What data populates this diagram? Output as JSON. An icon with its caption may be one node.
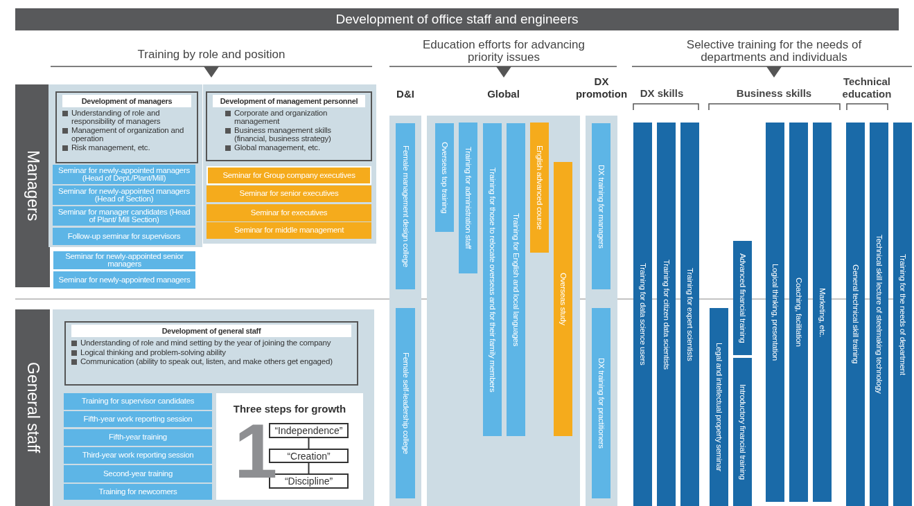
{
  "diagram": {
    "title": "Development of office staff and engineers",
    "nodes": [
      {
        "text": [
          "Managers"
        ]
      },
      {
        "text": [],
        "shape": "box"
      },
      {
        "text": [
          "Development of managers",
          "Understanding of role and responsibility of managers",
          "Management of organization and operation",
          "Risk management, etc."
        ],
        "in": 1
      },
      {
        "text": [
          "Seminar for newly-appointed managers (Head of Dept./Plant/Mill)"
        ],
        "in": 1
      },
      {
        "text": [
          "Seminar for newly-appointed managers (Head of Section)"
        ],
        "in": 1
      },
      {
        "text": [
          "Seminar for manager candidates (Head of Plant/ Mill Section)"
        ],
        "in": 1
      },
      {
        "text": [
          "Follow-up seminar for supervisors"
        ],
        "in": 1
      },
      {
        "text": [],
        "shape": "box"
      },
      {
        "text": [
          "Development of management personnel",
          "Corporate and organization management",
          "Business management skills (financial, business strategy)",
          "Global management, etc."
        ],
        "in": 7
      },
      {
        "text": [
          "Seminar for Group company executives"
        ],
        "in": 7
      },
      {
        "text": [
          "Seminar for senior executives"
        ],
        "in": 7
      },
      {
        "text": [
          "Seminar for executives"
        ],
        "in": 7
      },
      {
        "text": [
          "Seminar for middle management"
        ],
        "in": 7
      },
      {
        "text": [
          "Seminar for newly-appointed senior managers"
        ]
      },
      {
        "text": [
          "Seminar for newly-appointed managers"
        ]
      },
      {
        "text": [
          "General staff"
        ]
      },
      {
        "text": [],
        "shape": "box"
      },
      {
        "text": [
          "Development of general staff",
          "Understanding of role and mind setting by the year of joining the company",
          "Logical thinking and problem-solving ability",
          "Communication (ability to speak out, listen, and make others get engaged)"
        ],
        "in": 16
      },
      {
        "text": [
          "Training for supervisor candidates"
        ],
        "in": 16
      },
      {
        "text": [
          "Fifth-year work reporting session"
        ],
        "in": 16
      },
      {
        "text": [
          "Fifth-year training"
        ],
        "in": 16
      },
      {
        "text": [
          "Third-year work reporting session"
        ],
        "in": 16
      },
      {
        "text": [
          "Second-year training"
        ],
        "in": 16
      },
      {
        "text": [
          "Training for newcomers"
        ],
        "in": 16
      },
      {
        "text": [
          "Three steps for growth"
        ],
        "in": 16
      },
      {
        "text": [
          "“Independence”"
        ],
        "in": 24
      },
      {
        "text": [
          "“Creation”"
        ],
        "in": 24
      },
      {
        "text": [
          "“Discipline”"
        ],
        "in": 24
      },
      {
        "text": [
          "D&I"
        ]
      },
      {
        "text": [
          "Female management design college"
        ],
        "in": 28
      },
      {
        "text": [
          "Female self-leadership college"
        ],
        "in": 28
      },
      {
        "text": [
          "Global"
        ]
      },
      {
        "text": [
          "Overseas top training"
        ],
        "in": 31
      },
      {
        "text": [
          "Training for administration staff"
        ],
        "in": 31
      },
      {
        "text": [
          "Training for those to relocate overseas and for their family members"
        ],
        "in": 31
      },
      {
        "text": [
          "Training for English and local languages"
        ],
        "in": 31
      },
      {
        "text": [
          "English advanced course"
        ],
        "in": 31
      },
      {
        "text": [
          "Overseas study"
        ],
        "in": 31
      },
      {
        "text": [
          "DX promotion"
        ]
      },
      {
        "text": [
          "DX training for managers"
        ],
        "in": 38
      },
      {
        "text": [
          "DX training for practitioners"
        ],
        "in": 38
      },
      {
        "text": [
          "Training for data science users"
        ]
      },
      {
        "text": [
          "Training for citizen data scientists"
        ]
      },
      {
        "text": [
          "Training for expert scientists"
        ]
      },
      {
        "text": [
          "Legal and intellectual property seminar"
        ]
      },
      {
        "text": [
          "Advanced financial training"
        ]
      },
      {
        "text": [
          "Introductory financial training"
        ]
      },
      {
        "text": [
          "Logical thinking, presentation"
        ]
      },
      {
        "text": [
          "Coaching, facilitation"
        ]
      },
      {
        "text": [
          "Marketing, etc."
        ]
      },
      {
        "text": [
          "General technical skill training"
        ]
      },
      {
        "text": [
          "Technical skill lecture of steelmaking technology"
        ]
      },
      {
        "text": [
          "Training for the needs of department"
        ]
      }
    ],
    "edges": [
      {
        "from": 25,
        "to": 26,
        "arrow": "none"
      },
      {
        "from": 26,
        "to": 27,
        "arrow": "none"
      }
    ],
    "labels": [
      "Training by role and position",
      "Education efforts for advancing priority issues",
      "Selective training for the needs of departments and individuals",
      "DX skills",
      "Business skills",
      "Technical education",
      "1"
    ]
  }
}
